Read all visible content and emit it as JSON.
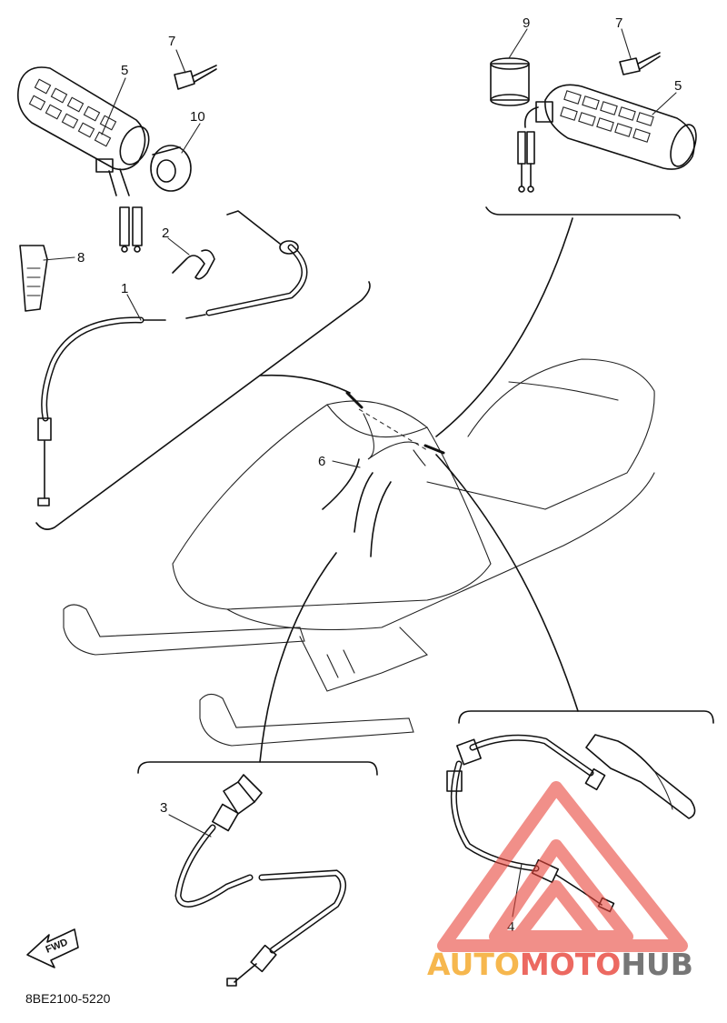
{
  "callouts": {
    "c1": "1",
    "c2": "2",
    "c3": "3",
    "c4": "4",
    "c5_left": "5",
    "c5_right": "5",
    "c6": "6",
    "c7_left": "7",
    "c7_right": "7",
    "c8": "8",
    "c9": "9",
    "c10": "10"
  },
  "fwd_label": "FWD",
  "part_code": "8BE2100-5220",
  "watermark": {
    "part1": "AUTO",
    "part2": "MOTO",
    "part3": "HUB",
    "color_orange": "#f5a623",
    "color_red": "#e8443a",
    "color_gray": "#555555"
  }
}
